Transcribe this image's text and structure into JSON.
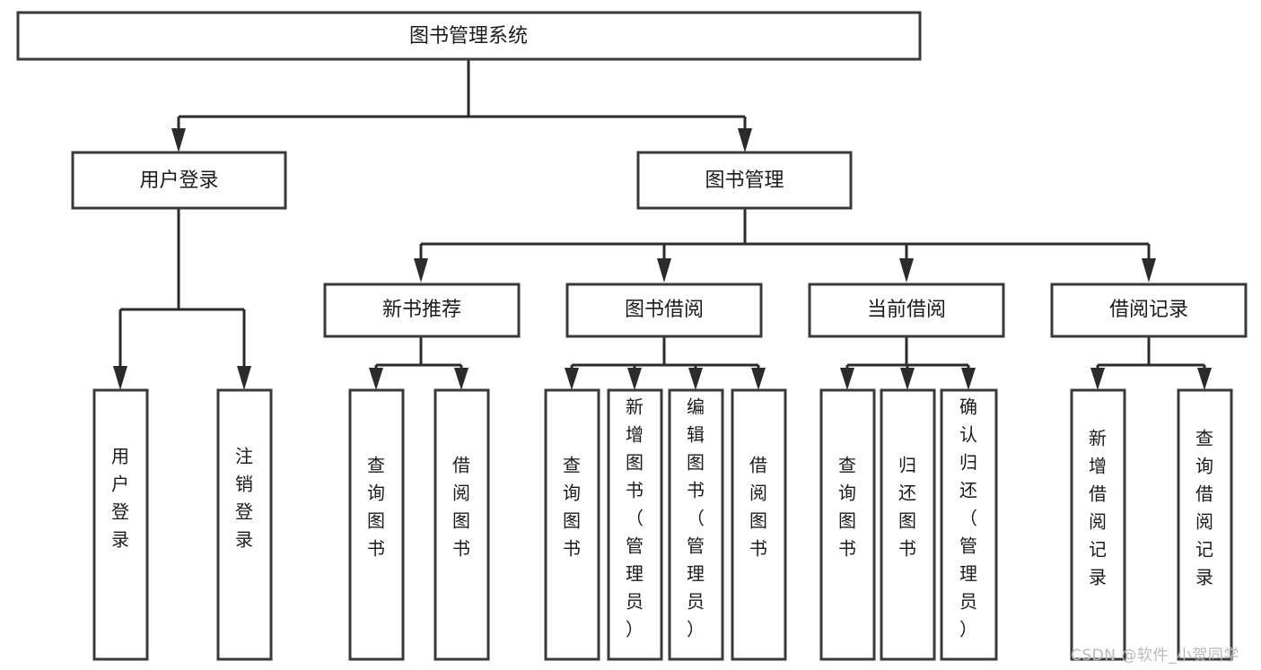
{
  "diagram": {
    "type": "tree",
    "title": "图书管理系统",
    "root": {
      "id": "root",
      "label": "图书管理系统"
    },
    "level2": [
      {
        "id": "user-login",
        "label": "用户登录"
      },
      {
        "id": "book-manage",
        "label": "图书管理"
      }
    ],
    "level3": [
      {
        "id": "new-book-rec",
        "label": "新书推荐"
      },
      {
        "id": "book-borrow",
        "label": "图书借阅"
      },
      {
        "id": "current-borrow",
        "label": "当前借阅"
      },
      {
        "id": "borrow-record",
        "label": "借阅记录"
      }
    ],
    "leaves": {
      "user_login": [
        {
          "id": "leaf-user-login",
          "label": "用户登录"
        },
        {
          "id": "leaf-logout",
          "label": "注销登录"
        }
      ],
      "new_book_rec": [
        {
          "id": "leaf-query-book-1",
          "label": "查询图书"
        },
        {
          "id": "leaf-borrow-book-1",
          "label": "借阅图书"
        }
      ],
      "book_borrow": [
        {
          "id": "leaf-query-book-2",
          "label": "查询图书"
        },
        {
          "id": "leaf-add-book",
          "label": "新增图书（管理员）"
        },
        {
          "id": "leaf-edit-book",
          "label": "编辑图书（管理员）"
        },
        {
          "id": "leaf-borrow-book-2",
          "label": "借阅图书"
        }
      ],
      "current_borrow": [
        {
          "id": "leaf-query-book-3",
          "label": "查询图书"
        },
        {
          "id": "leaf-return-book",
          "label": "归还图书"
        },
        {
          "id": "leaf-confirm-return",
          "label": "确认归还（管理员）"
        }
      ],
      "borrow_record": [
        {
          "id": "leaf-add-record",
          "label": "新增借阅记录"
        },
        {
          "id": "leaf-query-record",
          "label": "查询借阅记录"
        }
      ]
    },
    "colors": {
      "background": "#ffffff",
      "box_stroke": "#3a3a3a",
      "connector": "#2b2b2b",
      "text": "#1b1b1b",
      "watermark": "#b9b9b9"
    }
  },
  "watermark": {
    "text": "CSDN @软件_小贺同学"
  }
}
